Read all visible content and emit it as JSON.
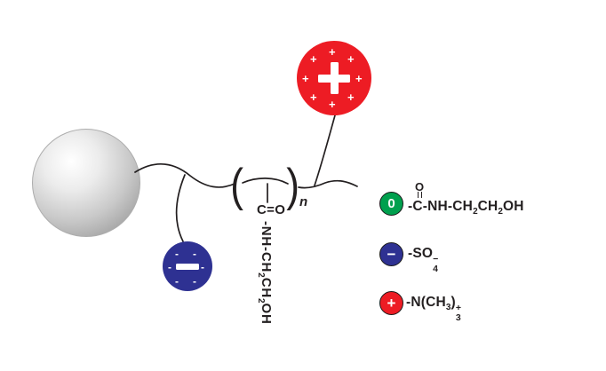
{
  "colors": {
    "red": "#ed1c24",
    "navy": "#2e3192",
    "green": "#00a04e",
    "ink": "#231f20"
  },
  "polymer": {
    "repeat_open": "(",
    "repeat_close": ")",
    "repeat_index": "n",
    "carbonyl": "C=O",
    "side_chain": {
      "p1": "-NH-CH",
      "s1": "2",
      "p2": "CH",
      "s2": "2",
      "p3": "OH"
    }
  },
  "badges": {
    "cation_mark": "+",
    "anion_mark": "-"
  },
  "legend": {
    "amide": {
      "icon": "0",
      "oxygen": "O",
      "main1": "-C-NH-CH",
      "sub1": "2",
      "main2": "CH",
      "sub2": "2",
      "main3": "OH"
    },
    "sulfate": {
      "icon": "−",
      "main": "-SO",
      "sub": "4",
      "sup": "−"
    },
    "ammonium": {
      "icon": "+",
      "main1": "-N(CH",
      "sub1": "3",
      "main2": ")",
      "sub2": "3",
      "sup": "+"
    }
  }
}
